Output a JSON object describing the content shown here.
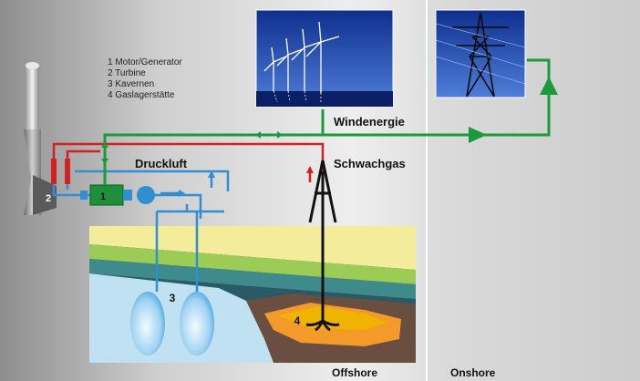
{
  "legend": {
    "items": [
      "1 Motor/Generator",
      "2 Turbine",
      "3 Kavernen",
      "4 Gaslagerstätte"
    ]
  },
  "labels": {
    "druckluft": "Druckluft",
    "schwachgas": "Schwachgas",
    "windenergie": "Windenergie",
    "offshore": "Offshore",
    "onshore": "Onshore"
  },
  "numbers": {
    "motor": "1",
    "turbine": "2",
    "kavernen": "3",
    "gaslager": "4"
  },
  "icons": {
    "wind_turbines": "wind-turbines-photo",
    "power_pylon": "power-pylon-photo"
  },
  "colors": {
    "background_light": "#f0f0f0",
    "background_dark": "#9a9a9a",
    "green_flow": "#1a9a3a",
    "red_line": "#d42020",
    "blue_line": "#2f8fd0",
    "photo_blue": "#1f3fa0",
    "layer_yellow": "#f3ec9a",
    "layer_green": "#9ccb56",
    "layer_teal": "#3f8a8a",
    "layer_darkteal": "#2a5a66",
    "layer_lightblue": "#bfe1f2",
    "layer_brown": "#6a4f40",
    "layer_orange": "#f39a2a",
    "layer_gold": "#f0b400"
  }
}
